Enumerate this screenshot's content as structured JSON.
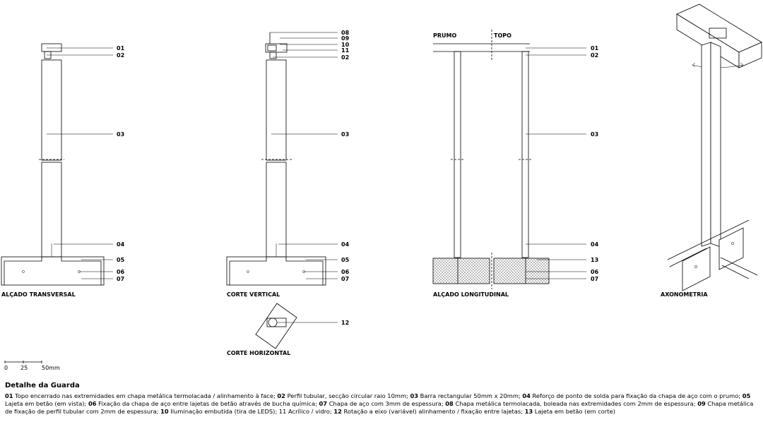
{
  "views": {
    "transversal": "ALÇADO TRANSVERSAL",
    "corte_vertical": "CORTE VERTICAL",
    "corte_horizontal": "CORTE HORIZONTAL",
    "longitudinal": "ALÇADO LONGITUDINAL",
    "axonometria": "AXONOMETRIA",
    "prumo": "PRUMO",
    "topo": "TOPO"
  },
  "callouts": [
    "01",
    "02",
    "03",
    "04",
    "05",
    "06",
    "07",
    "08",
    "09",
    "10",
    "11",
    "12",
    "13"
  ],
  "scale": {
    "labels": [
      "0",
      "25",
      "50mm"
    ]
  },
  "legend": {
    "title": "Detalhe da Guarda",
    "items": [
      {
        "n": "01",
        "t": "Topo encerrado nas extremidades em chapa metálica termolacada / alinhamento à face; "
      },
      {
        "n": "02",
        "t": "Perfil tubular, secção circular raio 10mm; "
      },
      {
        "n": "03",
        "t": "Barra rectangular 50mm x 20mm; "
      },
      {
        "n": "04",
        "t": "Reforço de ponto de solda para fixação da chapa de aço com o prumo; "
      },
      {
        "n": "05",
        "t": "Lajeta em betão (em vista); "
      },
      {
        "n": "06",
        "t": "Fixação da chapa de aço entre lajetas de betão através de bucha química; "
      },
      {
        "n": "07",
        "t": "Chapa de aço com 3mm de espessura; "
      },
      {
        "n": "08",
        "t": "Chapa metálica termolacada, boleada nas extremidades com 2mm de espessura;  "
      },
      {
        "n": "09",
        "t": "Chapa metálica de fixação de perfil tubular com 2mm de espessura; "
      },
      {
        "n": "10",
        "t": "Iluminação embutida (tira de LEDS); 11 Acrílico / vidro; "
      },
      {
        "n": "12",
        "t": "Rotação a eixo (variável) alinhamento / fixação entre lajetas;  "
      },
      {
        "n": "13",
        "t": "Lajeta em betão (em corte)"
      }
    ]
  }
}
